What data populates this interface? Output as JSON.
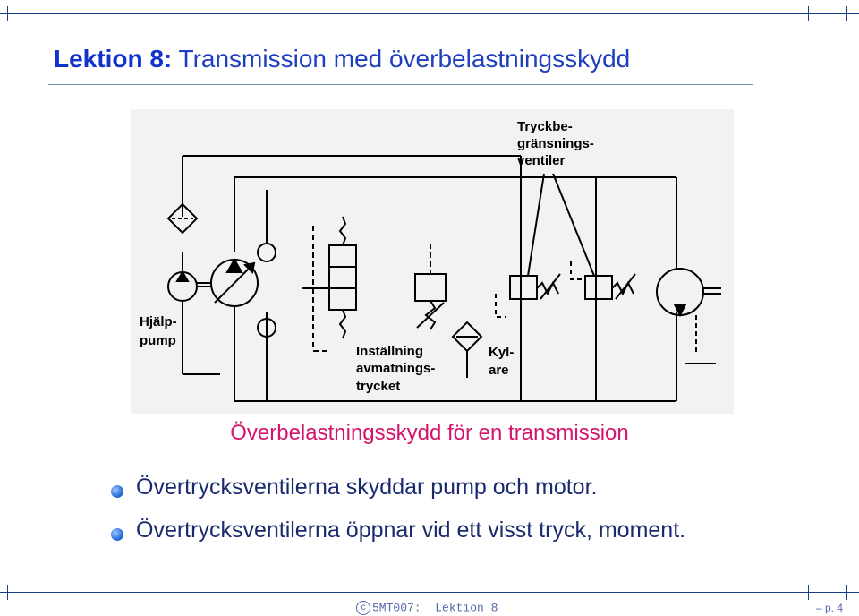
{
  "slide": {
    "lesson_label": "Lektion 8:",
    "topic": "Transmission med överbelastningsskydd"
  },
  "figure": {
    "labels": {
      "pressure_valves_1": "Tryckbe-",
      "pressure_valves_2": "gränsnings-",
      "pressure_valves_3": "ventiler",
      "aux_pump_1": "Hjälp-",
      "aux_pump_2": "pump",
      "setting_1": "Inställning",
      "setting_2": "avmatnings-",
      "setting_3": "trycket",
      "cooler_1": "Kyl-",
      "cooler_2": "are"
    },
    "caption": "Överbelastningsskydd för en transmission"
  },
  "bullets": [
    "Övertrycksventilerna skyddar pump och motor.",
    "Övertrycksventilerna öppnar vid ett visst tryck, moment."
  ],
  "footer": {
    "copyright_symbol": "c",
    "course": "5MT007:",
    "lesson": "Lektion 8",
    "page": "– p. 4"
  }
}
